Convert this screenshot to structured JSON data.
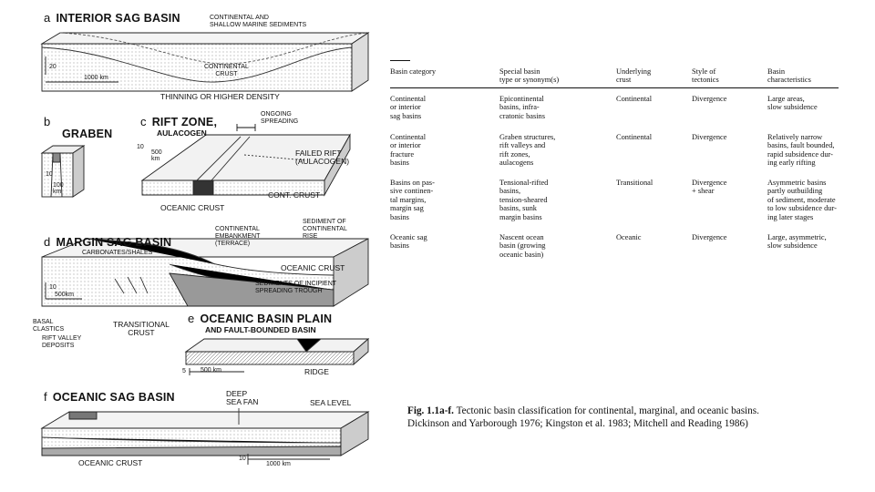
{
  "figure": {
    "panels": {
      "a": {
        "letter": "a",
        "title": "INTERIOR SAG BASIN",
        "labels": [
          "CONTINENTAL AND\nSHALLOW MARINE SEDIMENTS",
          "CONTINENTAL\nCRUST",
          "THINNING OR HIGHER DENSITY"
        ],
        "scale_v": "20",
        "scale_h": "1000 km"
      },
      "b": {
        "letter": "b",
        "title": "GRABEN",
        "scale_v": "10",
        "scale_h": "100\nkm"
      },
      "c": {
        "letter": "c",
        "title": "RIFT ZONE,",
        "subtitle": "AULACOGEN",
        "labels": [
          "ONGOING\nSPREADING",
          "FAILED RIFT\n(AULACOGEN)",
          "CONT. CRUST",
          "OCEANIC CRUST"
        ],
        "scale_v": "10",
        "scale_h": "500\nkm"
      },
      "d": {
        "letter": "d",
        "title": "MARGIN SAG BASIN",
        "labels": [
          "CARBONATES/SHALES",
          "CONTINENTAL\nEMBANKMENT\n(TERRACE)",
          "SEDIMENT OF\nCONTINENTAL\nRISE",
          "OCEANIC CRUST",
          "SEDIMENTS OF INCIPIENT\nSPREADING TROUGH",
          "BASAL\nCLASTICS",
          "RIFT VALLEY\nDEPOSITS",
          "TRANSITIONAL\nCRUST"
        ],
        "scale_v": "10",
        "scale_h": "500km"
      },
      "e": {
        "letter": "e",
        "title": "OCEANIC BASIN PLAIN",
        "subtitle": "AND FAULT-BOUNDED BASIN",
        "labels": [
          "RIDGE"
        ],
        "scale_v": "5",
        "scale_h": "500 km"
      },
      "f": {
        "letter": "f",
        "title": "OCEANIC SAG BASIN",
        "labels": [
          "DEEP\nSEA FAN",
          "SEA LEVEL",
          "OCEANIC CRUST"
        ],
        "scale_v": "10",
        "scale_h": "1000 km"
      }
    }
  },
  "table": {
    "headers": [
      "Basin category",
      "Special basin\ntype or synonym(s)",
      "Underlying\ncrust",
      "Style of\ntectonics",
      "Basin\ncharacteristics"
    ],
    "rows": [
      [
        "Continental\nor interior\nsag basins",
        "Epicontinental\nbasins, infra-\ncratonic basins",
        "Continental",
        "Divergence",
        "Large areas,\nslow subsidence"
      ],
      [
        "Continental\nor interior\nfracture\nbasins",
        "Graben structures,\nrift valleys and\nrift zones,\naulacogens",
        "Continental",
        "Divergence",
        "Relatively narrow\nbasins, fault bounded,\nrapid subsidence dur-\ning early rifting"
      ],
      [
        "Basins on pas-\nsive continen-\ntal margins,\nmargin sag\nbasins",
        "Tensional-rifted\nbasins,\ntension-sheared\nbasins, sunk\nmargin basins",
        "Transitional",
        "Divergence\n+ shear",
        "Asymmetric basins\npartly outbuilding\nof sediment, moderate\nto low subsidence dur-\ning later stages"
      ],
      [
        "Oceanic sag\nbasins",
        "Nascent ocean\nbasin (growing\noceanic basin)",
        "Oceanic",
        "Divergence",
        "Large, asymmetric,\nslow subsidence"
      ]
    ]
  },
  "caption": {
    "label": "Fig. 1.1a-f.",
    "text": " Tectonic basin classification for continental, marginal, and oceanic basins.\nDickinson and Yarborough 1976; Kingston et al. 1983; Mitchell and Reading 1986)"
  }
}
